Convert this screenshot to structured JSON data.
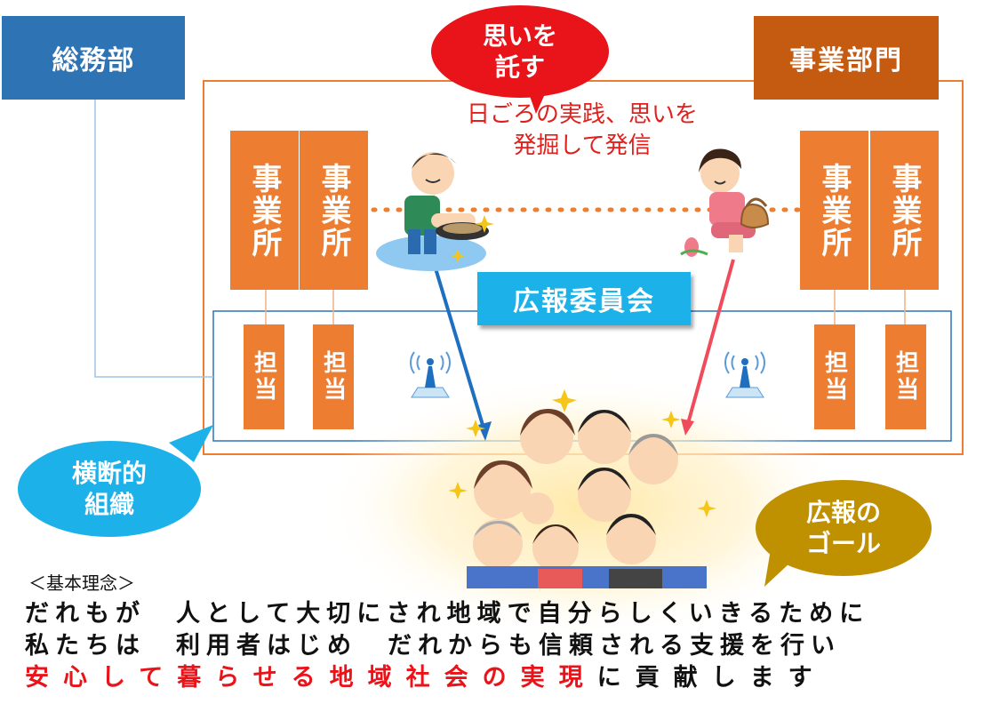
{
  "general_affairs": "総務部",
  "business_division": "事業部門",
  "bubble_top": {
    "line1": "思いを",
    "line2": "託す"
  },
  "discover_text": {
    "line1": "日ごろの実践、思いを",
    "line2": "発掘して発信"
  },
  "offices": [
    "事業所",
    "事業所",
    "事業所",
    "事業所"
  ],
  "staff": [
    "担当",
    "担当",
    "担当",
    "担当"
  ],
  "committee": "広報委員会",
  "cross_org": {
    "line1": "横断的",
    "line2": "組織"
  },
  "goal": {
    "line1": "広報の",
    "line2": "ゴール"
  },
  "philosophy": {
    "title": "＜基本理念＞",
    "line1": "だれもが　人として大切にされ地域で自分らしくいきるために",
    "line2": "私たちは　利用者はじめ　だれからも信頼される支援を行い",
    "line3_red": "安心して暮らせる地域社会の実現",
    "line3_rest": "に貢献します"
  },
  "colors": {
    "blue_box": "#2e74b5",
    "orange_dark": "#c55a11",
    "orange": "#ed7d31",
    "committee": "#1cb1e8",
    "bubble_red": "#e8141a",
    "bubble_cyan": "#1cb1e8",
    "bubble_gold": "#bf9000",
    "accent_red": "#e0201c"
  }
}
